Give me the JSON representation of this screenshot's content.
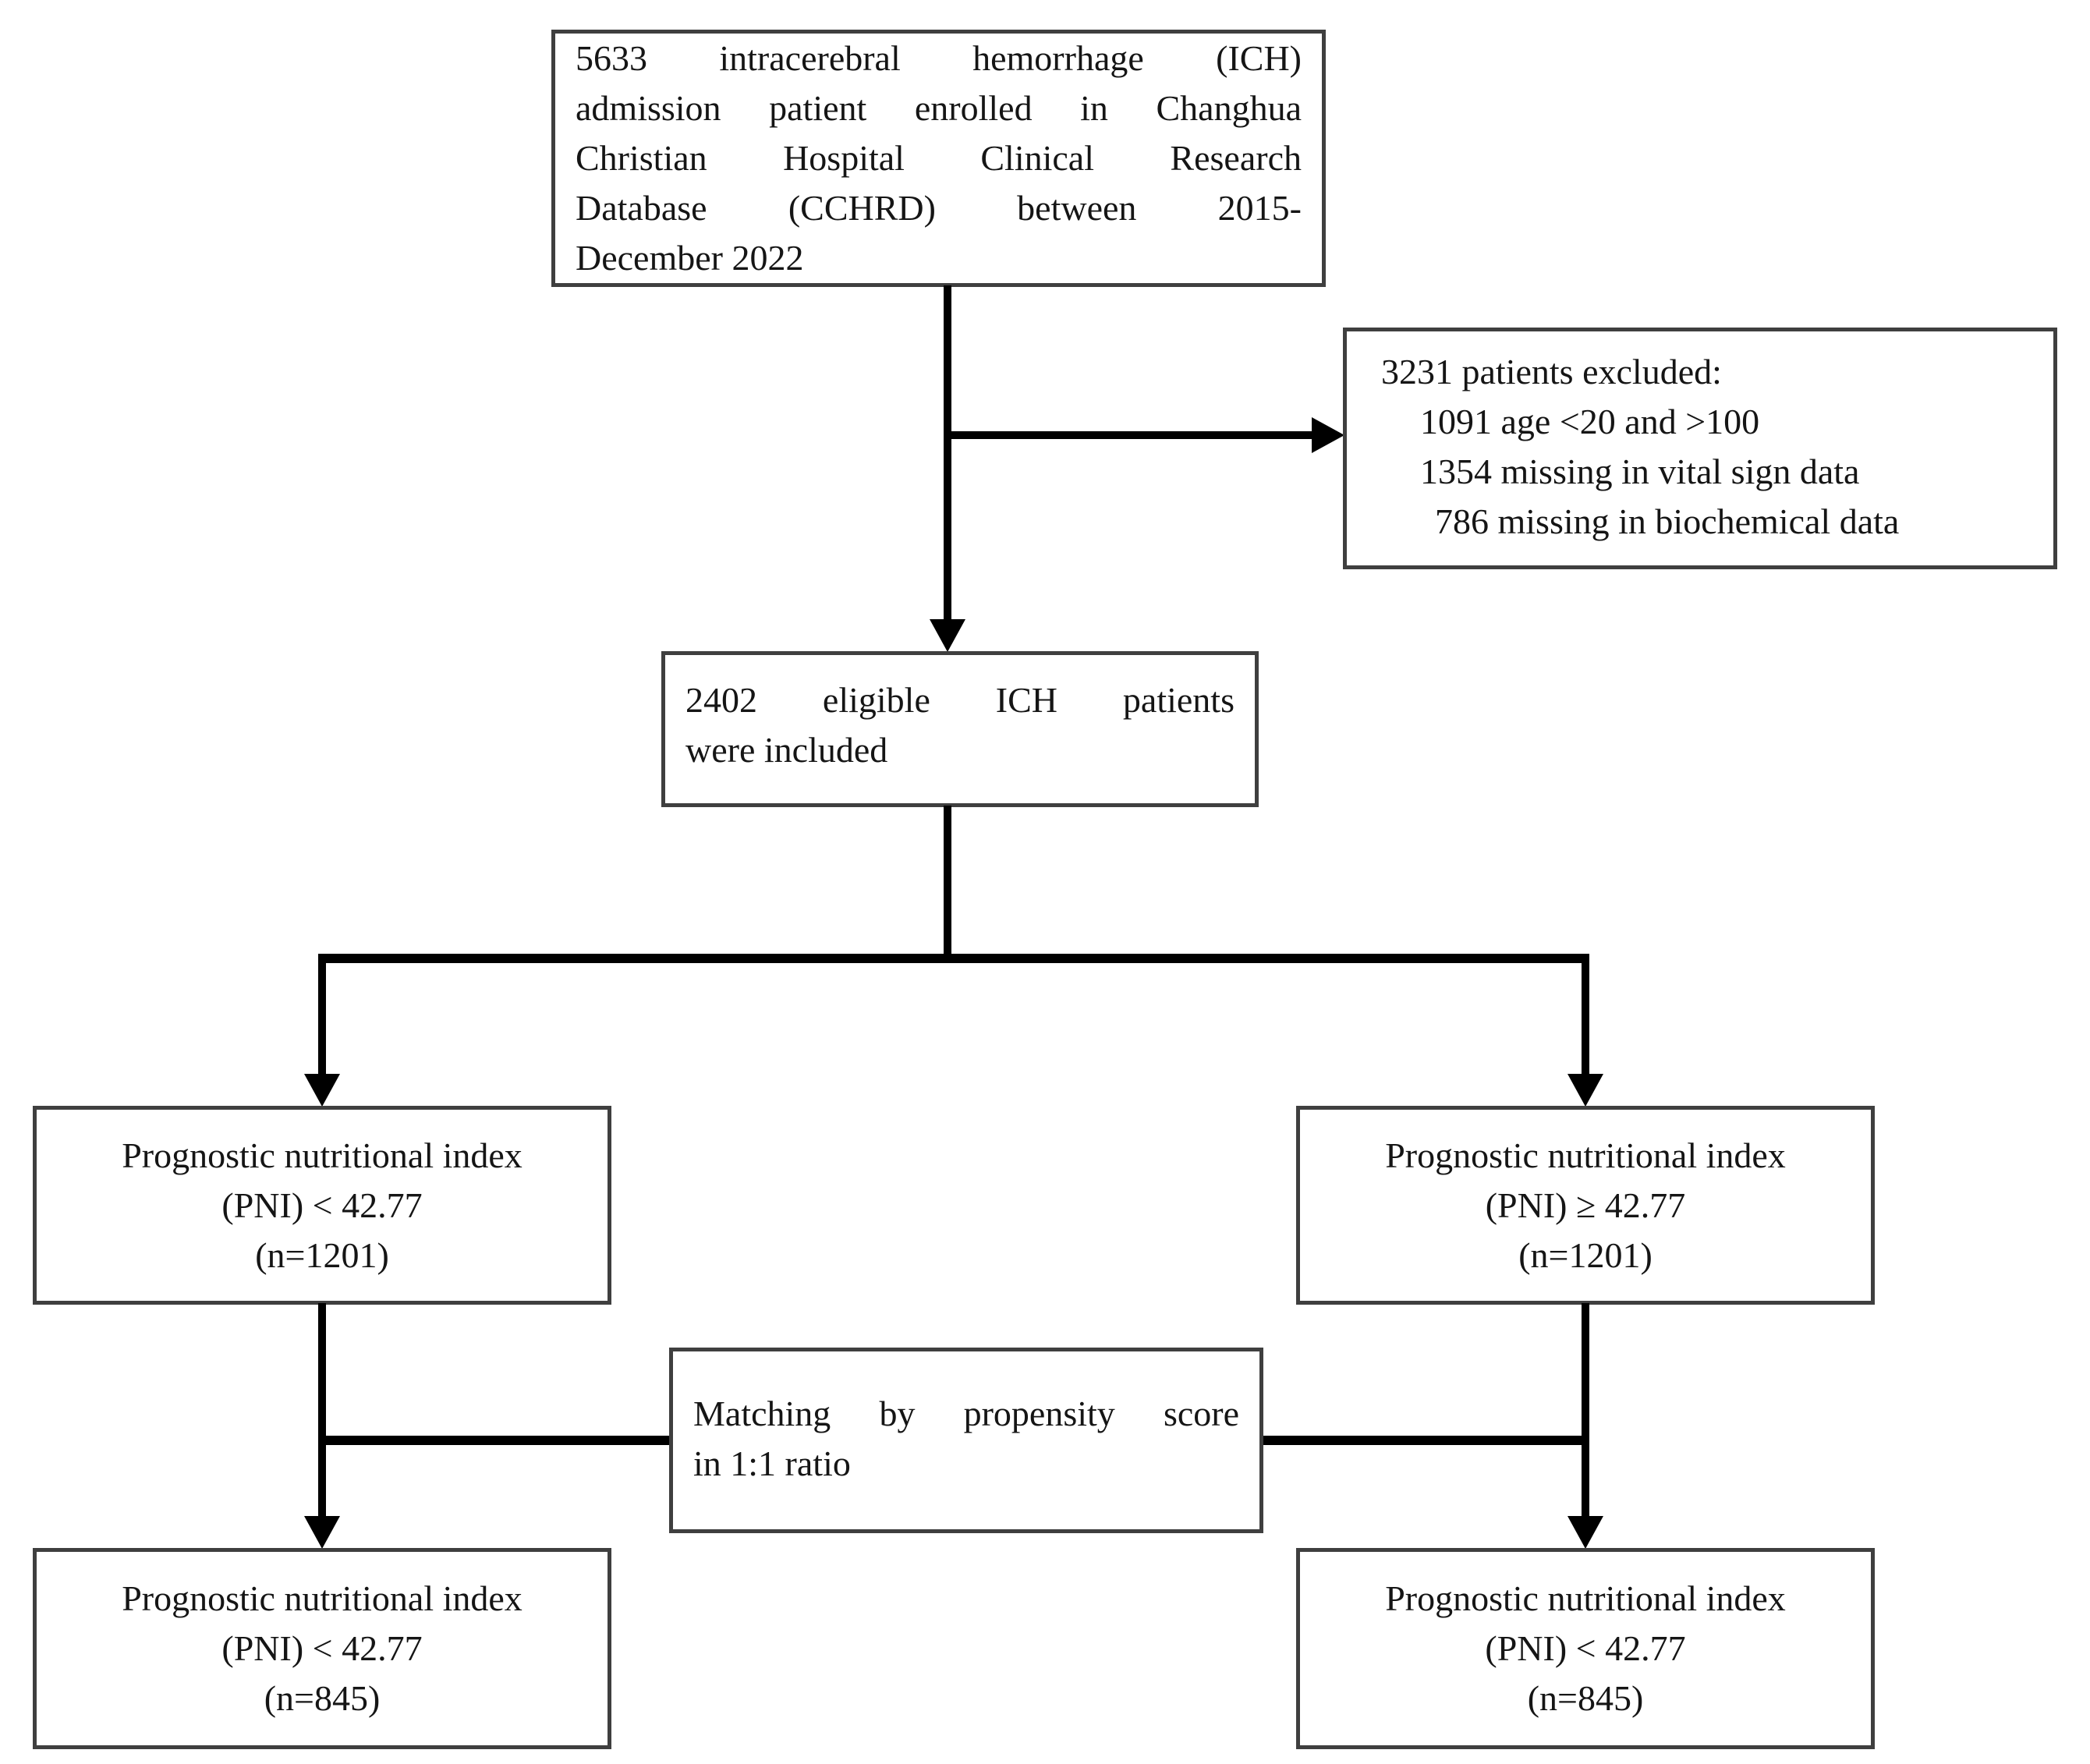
{
  "figure": {
    "type": "patient-flow-diagram",
    "colors": {
      "background": "#ffffff",
      "box-border": "#3f3f3f",
      "connector": "#000000",
      "text": "#151515"
    }
  },
  "boxes": {
    "enrollment": {
      "lines": [
        "5633 intracerebral hemorrhage (ICH)",
        "admission patient enrolled in Changhua",
        "Christian Hospital Clinical Research",
        "Database (CCHRD) between 2015-",
        "December 2022"
      ]
    },
    "excluded": {
      "lines": [
        "3231 patients excluded:",
        "1091 age <20 and >100",
        "1354 missing in vital sign data",
        "786 missing in biochemical data"
      ]
    },
    "eligible": {
      "lines": [
        "2402 eligible ICH patients",
        "were included"
      ]
    },
    "pni_low": {
      "lines": [
        "Prognostic nutritional index",
        "(PNI) < 42.77",
        "(n=1201)"
      ]
    },
    "pni_high": {
      "lines": [
        "Prognostic nutritional index",
        "(PNI) ≥ 42.77",
        "(n=1201)"
      ]
    },
    "matching": {
      "lines": [
        "Matching by propensity score",
        "in 1:1 ratio"
      ]
    },
    "pni_low_matched": {
      "lines": [
        "Prognostic nutritional index",
        "(PNI) < 42.77",
        "(n=845)"
      ]
    },
    "pni_high_matched": {
      "lines": [
        "Prognostic nutritional index",
        "(PNI) < 42.77",
        "(n=845)"
      ]
    }
  }
}
